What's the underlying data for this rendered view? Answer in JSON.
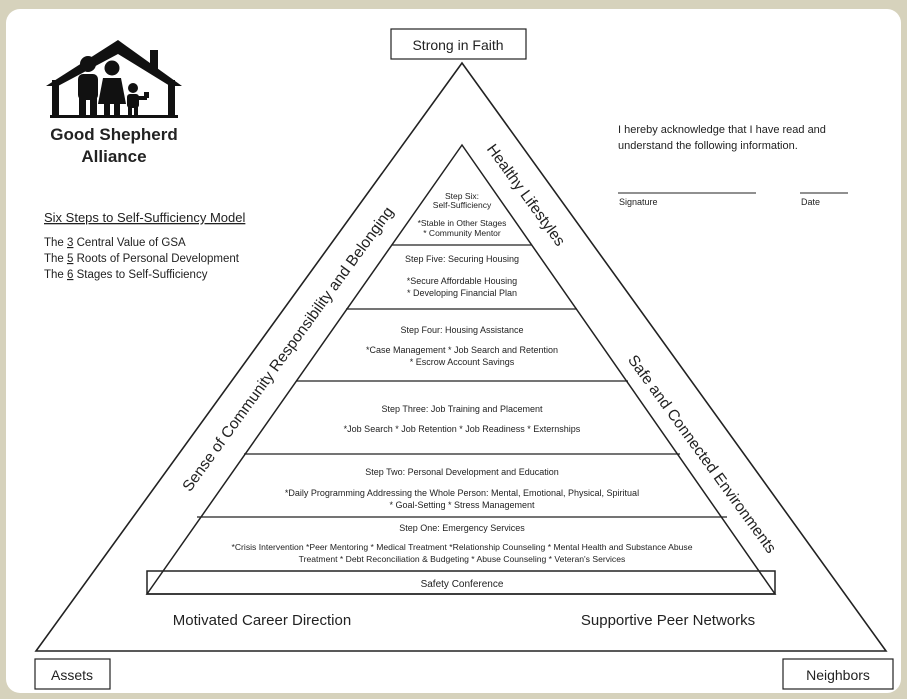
{
  "logo": {
    "line1": "Good Shepherd",
    "line2": "Alliance"
  },
  "model_title": "Six Steps to Self-Sufficiency Model",
  "model_lines": [
    {
      "prefix": "The ",
      "num": "3",
      "suffix": " Central Value of GSA"
    },
    {
      "prefix": "The ",
      "num": "5",
      "suffix": " Roots of Personal Development"
    },
    {
      "prefix": "The ",
      "num": "6",
      "suffix": " Stages to Self-Sufficiency"
    }
  ],
  "acknowledgement": {
    "line1": "I hereby acknowledge that I have read and",
    "line2": "understand the following information.",
    "signature_label": "Signature",
    "date_label": "Date"
  },
  "corners": {
    "top": "Strong in Faith",
    "left": "Assets",
    "right": "Neighbors"
  },
  "side_labels": {
    "left": "Sense of Community Responsibility and Belonging",
    "right_upper": "Healthy Lifestyles",
    "right_lower": "Safe and Connected Environments",
    "bottom_left": "Motivated Career Direction",
    "bottom_right": "Supportive Peer Networks"
  },
  "steps": {
    "six": {
      "title_a": "Step Six:",
      "title_b": "Self-Sufficiency",
      "line1": "*Stable in Other Stages",
      "line2": "* Community Mentor"
    },
    "five": {
      "title": "Step Five:  Securing Housing",
      "line1": "*Secure Affordable Housing",
      "line2": "* Developing Financial Plan"
    },
    "four": {
      "title": "Step Four:  Housing Assistance",
      "line1": "*Case Management  * Job Search and Retention",
      "line2": "* Escrow Account Savings"
    },
    "three": {
      "title": "Step Three:  Job Training and Placement",
      "line1": "*Job Search  * Job Retention  * Job Readiness  * Externships"
    },
    "two": {
      "title": "Step Two:  Personal Development and Education",
      "line1": "*Daily Programming Addressing the Whole Person:  Mental, Emotional, Physical, Spiritual",
      "line2": "* Goal-Setting  * Stress Management"
    },
    "one": {
      "title": "Step One:  Emergency Services",
      "line1": "*Crisis Intervention *Peer Mentoring  * Medical Treatment  *Relationship Counseling  * Mental Health and Substance Abuse",
      "line2": "Treatment  * Debt Reconciliation & Budgeting  * Abuse Counseling  * Veteran's Services"
    },
    "base": {
      "title": "Safety Conference"
    }
  }
}
